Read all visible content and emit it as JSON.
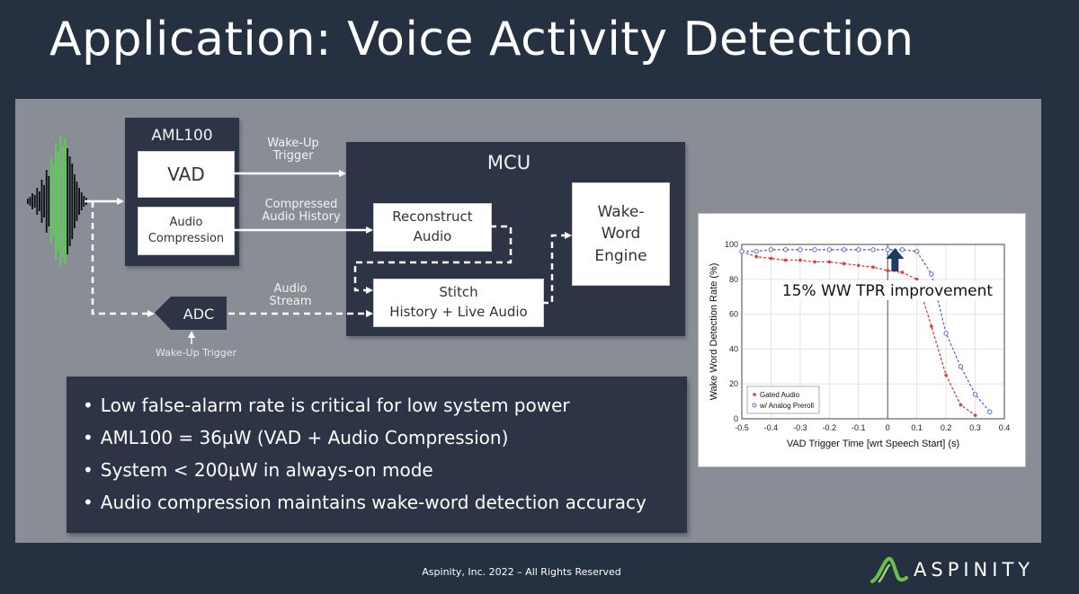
{
  "slide": {
    "title": "Application: Voice Activity Detection",
    "footer": "Aspinity, Inc. 2022 – All Rights Reserved",
    "logo_text": "ASPINITY"
  },
  "diagram": {
    "aml100_title": "AML100",
    "vad_label": "VAD",
    "audio_compression_label": "Audio\nCompression",
    "mcu_title": "MCU",
    "reconstruct_label": "Reconstruct\nAudio",
    "stitch_label": "Stitch\nHistory + Live Audio",
    "wake_word_engine_label": "Wake-\nWord\nEngine",
    "adc_label": "ADC",
    "wakeup_trigger_top": "Wake-Up\nTrigger",
    "compressed_audio_history": "Compressed\nAudio History",
    "audio_stream": "Audio\nStream",
    "wakeup_trigger_bottom": "Wake-Up Trigger"
  },
  "bullets": [
    "Low false-alarm rate is critical for low system power",
    "AML100 = 36µW (VAD + Audio Compression)",
    "System < 200µW in always-on mode",
    "Audio compression maintains wake-word detection accuracy"
  ],
  "chart_data": {
    "type": "line",
    "xlabel": "VAD Trigger Time [wrt Speech Start] (s)",
    "ylabel": "Wake Word Detection Rate (%)",
    "xlim": [
      -0.5,
      0.4
    ],
    "ylim": [
      0,
      100
    ],
    "x_ticks": [
      "-0.5",
      "-0.4",
      "-0.3",
      "-0.2",
      "-0.1",
      "0",
      "0.1",
      "0.2",
      "0.3",
      "0.4"
    ],
    "y_ticks": [
      "0",
      "20",
      "40",
      "60",
      "80",
      "100"
    ],
    "grid": true,
    "legend_position": "bottom-left",
    "annotation": "15% WW TPR improvement",
    "colors": {
      "gated": "#e23b3b",
      "preroll": "#5a6fd6",
      "arrow": "#1f3a63"
    },
    "series": [
      {
        "name": "Gated Audio",
        "x": [
          -0.5,
          -0.45,
          -0.4,
          -0.35,
          -0.3,
          -0.25,
          -0.2,
          -0.15,
          -0.1,
          -0.05,
          0,
          0.05,
          0.1,
          0.15,
          0.2,
          0.25,
          0.3
        ],
        "y": [
          96,
          93,
          92,
          91,
          91,
          90,
          90,
          89,
          88,
          87,
          85,
          84,
          80,
          53,
          25,
          8,
          2
        ]
      },
      {
        "name": "w/ Analog Preroll",
        "x": [
          -0.5,
          -0.45,
          -0.4,
          -0.35,
          -0.3,
          -0.25,
          -0.2,
          -0.15,
          -0.1,
          -0.05,
          0,
          0.05,
          0.1,
          0.15,
          0.2,
          0.25,
          0.3,
          0.35
        ],
        "y": [
          96,
          96,
          97,
          97,
          97,
          97,
          97,
          97,
          97,
          97,
          97,
          97,
          96,
          83,
          49,
          30,
          14,
          4
        ]
      }
    ]
  }
}
